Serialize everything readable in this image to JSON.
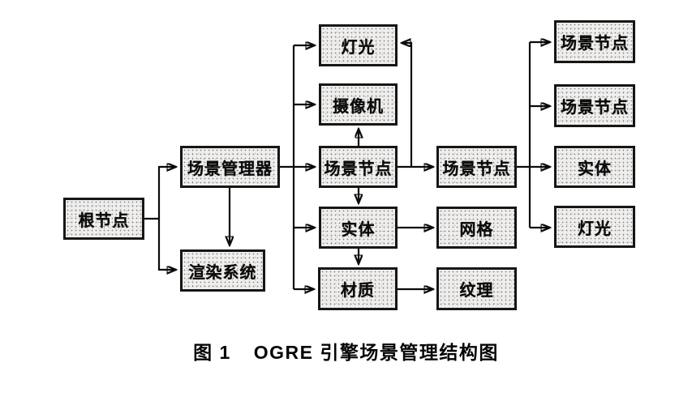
{
  "diagram": {
    "nodes": {
      "root": "根节点",
      "scene_manager": "场景管理器",
      "render_system": "渲染系统",
      "light_mid": "灯光",
      "camera": "摄像机",
      "scene_node_mid": "场景节点",
      "entity_mid": "实体",
      "material": "材质",
      "scene_node_child": "场景节点",
      "mesh": "网格",
      "texture": "纹理",
      "scene_node_r1": "场景节点",
      "scene_node_r2": "场景节点",
      "entity_r": "实体",
      "light_r": "灯光"
    },
    "edges": [
      {
        "from": "root",
        "to": "scene_manager"
      },
      {
        "from": "root",
        "to": "render_system"
      },
      {
        "from": "scene_manager",
        "to": "render_system"
      },
      {
        "from": "scene_manager",
        "to": "light_mid"
      },
      {
        "from": "scene_manager",
        "to": "camera"
      },
      {
        "from": "scene_manager",
        "to": "scene_node_mid"
      },
      {
        "from": "scene_manager",
        "to": "entity_mid"
      },
      {
        "from": "scene_manager",
        "to": "material"
      },
      {
        "from": "scene_node_mid",
        "to": "camera"
      },
      {
        "from": "scene_node_mid",
        "to": "entity_mid"
      },
      {
        "from": "scene_node_mid",
        "to": "light_mid"
      },
      {
        "from": "scene_node_mid",
        "to": "scene_node_child"
      },
      {
        "from": "entity_mid",
        "to": "material"
      },
      {
        "from": "entity_mid",
        "to": "mesh"
      },
      {
        "from": "material",
        "to": "texture"
      },
      {
        "from": "scene_node_child",
        "to": "scene_node_r1"
      },
      {
        "from": "scene_node_child",
        "to": "scene_node_r2"
      },
      {
        "from": "scene_node_child",
        "to": "entity_r"
      },
      {
        "from": "scene_node_child",
        "to": "light_r"
      }
    ],
    "colors": {
      "background": "#ffffff",
      "box_fill": "#efeeec",
      "box_border": "#161616",
      "line": "#0a0a0a",
      "text": "#0c0c0c"
    }
  },
  "caption": {
    "figure_label": "图 1",
    "title": "OGRE 引擎场景管理结构图"
  }
}
